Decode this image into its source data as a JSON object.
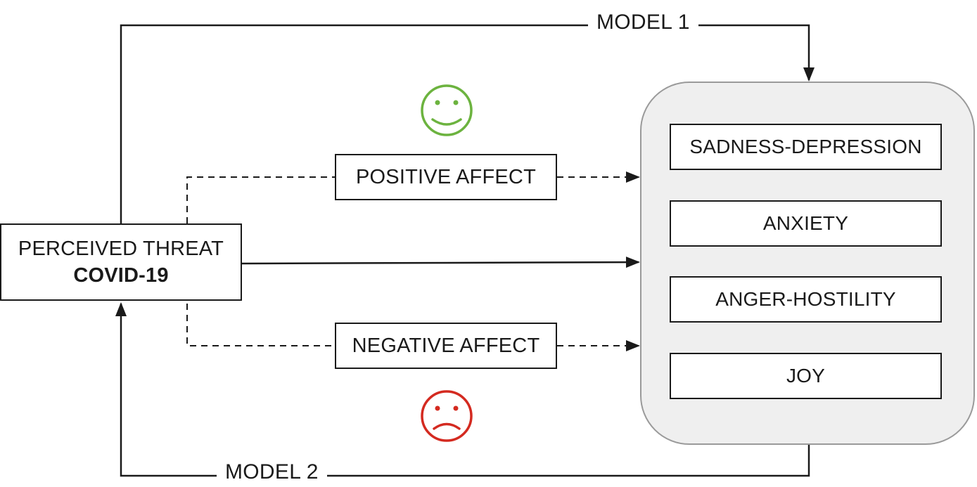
{
  "source": {
    "line1": "PERCEIVED THREAT",
    "line2": "COVID-19"
  },
  "mediators": {
    "positive": "POSITIVE AFFECT",
    "negative": "NEGATIVE AFFECT"
  },
  "outcomes": [
    "SADNESS-DEPRESSION",
    "ANXIETY",
    "ANGER-HOSTILITY",
    "JOY"
  ],
  "models": {
    "model1": "MODEL 1",
    "model2": "MODEL 2"
  },
  "icons": {
    "positive": "smiley-face-icon",
    "negative": "frowny-face-icon"
  },
  "colors": {
    "positive_face": "#6cb33f",
    "negative_face": "#d42a20",
    "outcome_panel": "#efefef",
    "panel_border": "#9a9a9a"
  }
}
